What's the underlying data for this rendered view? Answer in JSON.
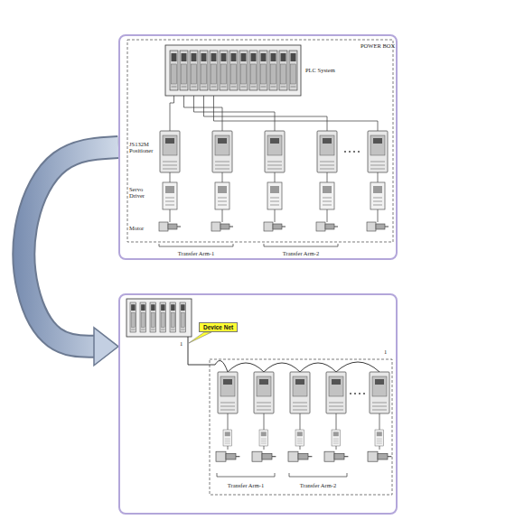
{
  "diagram": {
    "nodes": [
      {
        "text": [
          "POWER BOX",
          "PLC System",
          "JS132M Positioner",
          "Servo Driver",
          "Motor",
          "Transfer Arm-1",
          "Transfer Arm-2"
        ]
      },
      {
        "text": [
          "1",
          "1",
          "Transfer Arm-1",
          "Transfer Arm-2"
        ]
      },
      {
        "text": [
          "Device Net"
        ],
        "in": 1
      }
    ],
    "edges": [
      {
        "from": 0,
        "to": 1,
        "arrow": "to"
      }
    ]
  }
}
